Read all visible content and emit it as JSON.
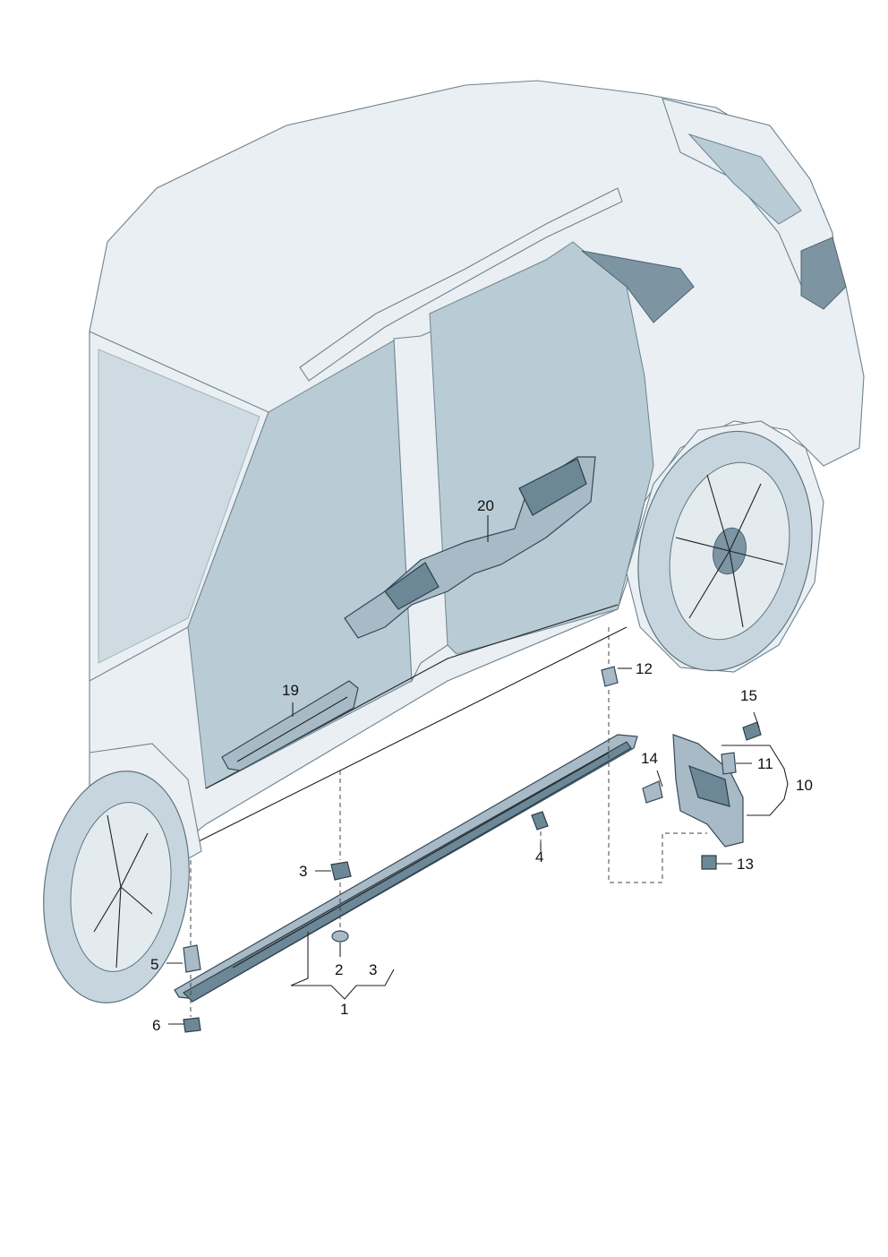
{
  "callouts": {
    "c1": "1",
    "c2": "2",
    "c3a": "3",
    "c3b": "3",
    "c4": "4",
    "c5": "5",
    "c6": "6",
    "c10": "10",
    "c11": "11",
    "c12": "12",
    "c13": "13",
    "c14": "14",
    "c15": "15",
    "c19": "19",
    "c20": "20"
  },
  "colors": {
    "body": "#e9eff3",
    "glass": "#b9cbd5",
    "part": "#a7bac6",
    "outline": "#34495a"
  }
}
